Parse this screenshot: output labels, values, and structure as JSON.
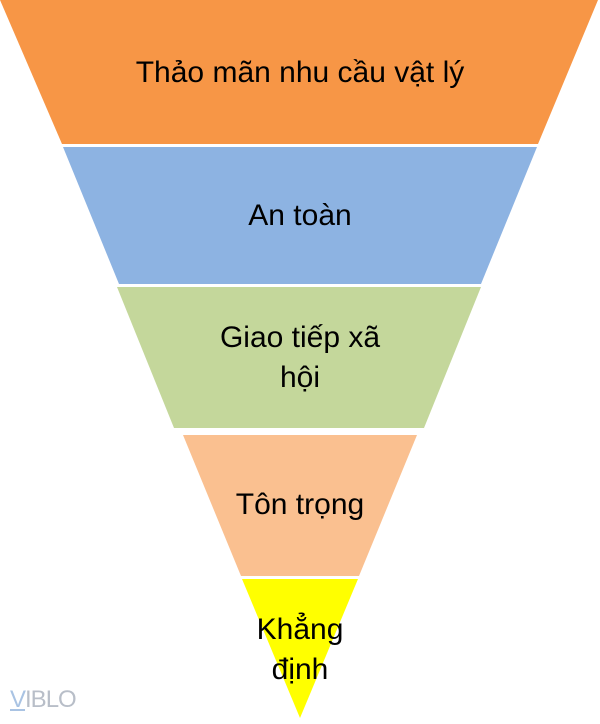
{
  "diagram": {
    "title": "Inverted pyramid",
    "levels": [
      {
        "label": "Thảo mãn nhu cầu vật lý",
        "lines": [
          "Thảo mãn nhu cầu vật lý"
        ],
        "color": "#F79646"
      },
      {
        "label": "An toàn",
        "lines": [
          "An toàn"
        ],
        "color": "#8DB3E2"
      },
      {
        "label": "Giao tiếp xã hội",
        "lines": [
          "Giao tiếp xã",
          "hội"
        ],
        "color": "#C4D79B"
      },
      {
        "label": "Tôn trọng",
        "lines": [
          "Tôn trọng"
        ],
        "color": "#FAC090"
      },
      {
        "label": "Khẳng định",
        "lines": [
          "Khẳng",
          "định"
        ],
        "color": "#FFFF00"
      }
    ]
  },
  "watermark": {
    "v": "V",
    "rest": "IBLO"
  }
}
